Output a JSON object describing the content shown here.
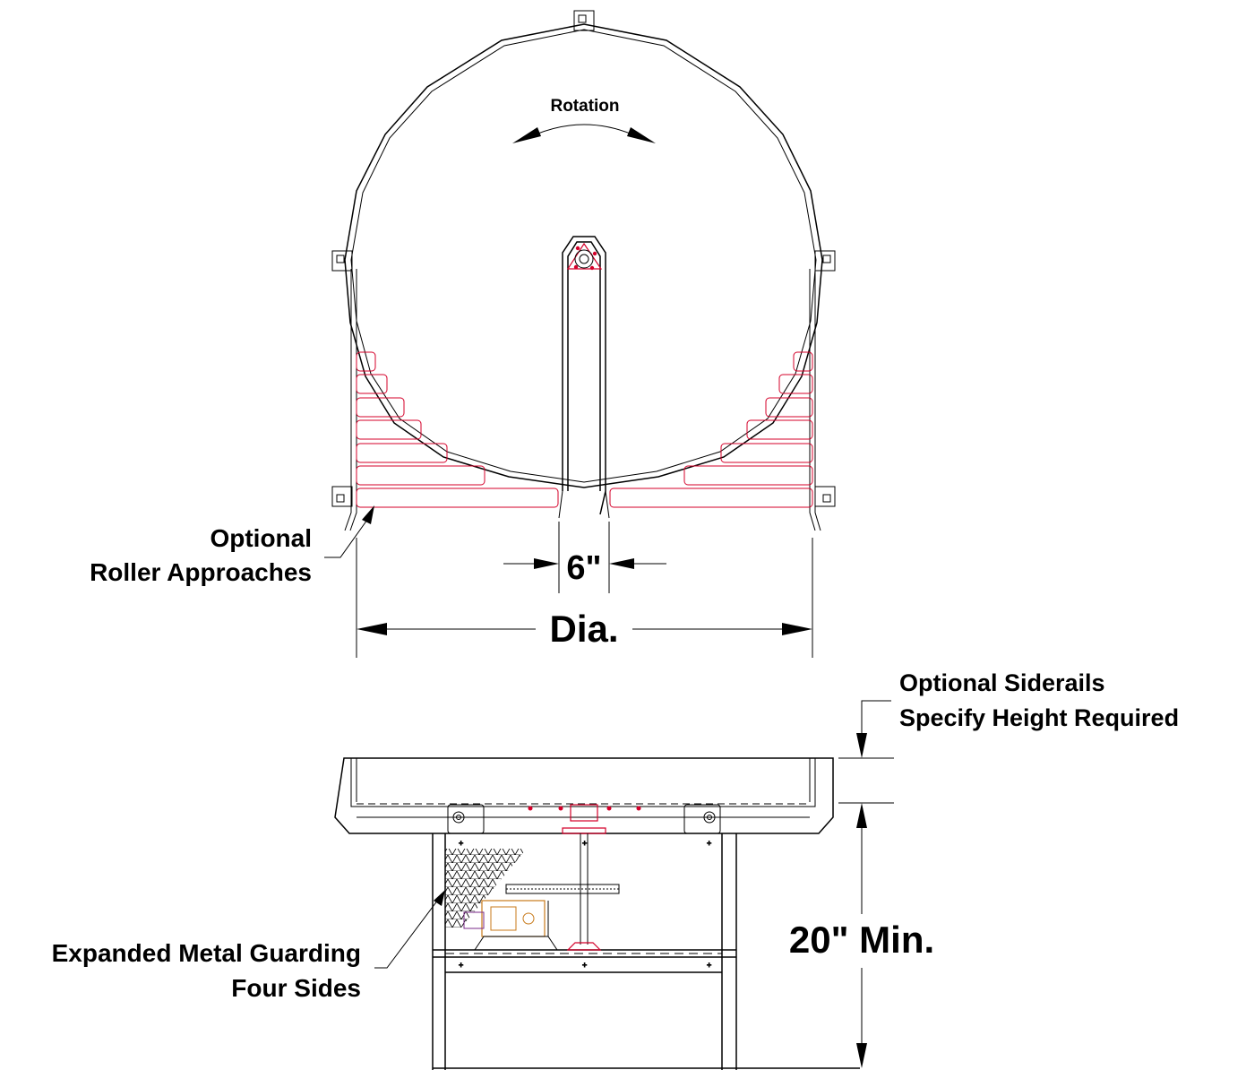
{
  "labels": {
    "rotation": "Rotation",
    "optional_roller_line1": "Optional",
    "optional_roller_line2": "Roller Approaches",
    "gap_dimension": "6\"",
    "diameter": "Dia.",
    "siderails_line1": "Optional Siderails",
    "siderails_line2": "Specify Height Required",
    "min_height": "20\" Min.",
    "guarding_line1": "Expanded Metal Guarding",
    "guarding_line2": "Four Sides"
  },
  "colors": {
    "line": "#000000",
    "rollers": "#d4002a",
    "gearbox": "#c87a1a",
    "motor_wire": "#7a2a8a"
  }
}
